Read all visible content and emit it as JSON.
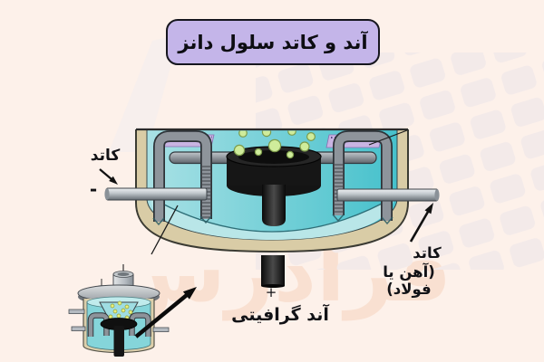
{
  "title": {
    "text": "آند و کاتد سلول دانز"
  },
  "diagram": {
    "left_cathode": {
      "label": "کاتد",
      "sign": "-"
    },
    "right_cathode": {
      "line1": "کاتد",
      "line2": "(آهن یا فولاد)"
    },
    "anode": {
      "sign": "+",
      "label": "آند گرافیتی"
    }
  },
  "watermark": {
    "text": "فرادرس"
  },
  "colors": {
    "background": "#fdf1ea",
    "title_fill": "#c4b5e9",
    "liquid_teal": "#46c1cc",
    "liquid_teal_light": "#a9e1e5",
    "vessel_wall_beige": "#d9cca6",
    "bubble_green": "#cfec9b",
    "screen_purple": "#c9b4e2",
    "anode_black": "#151515",
    "rod_gray": "#b5bbc0"
  }
}
